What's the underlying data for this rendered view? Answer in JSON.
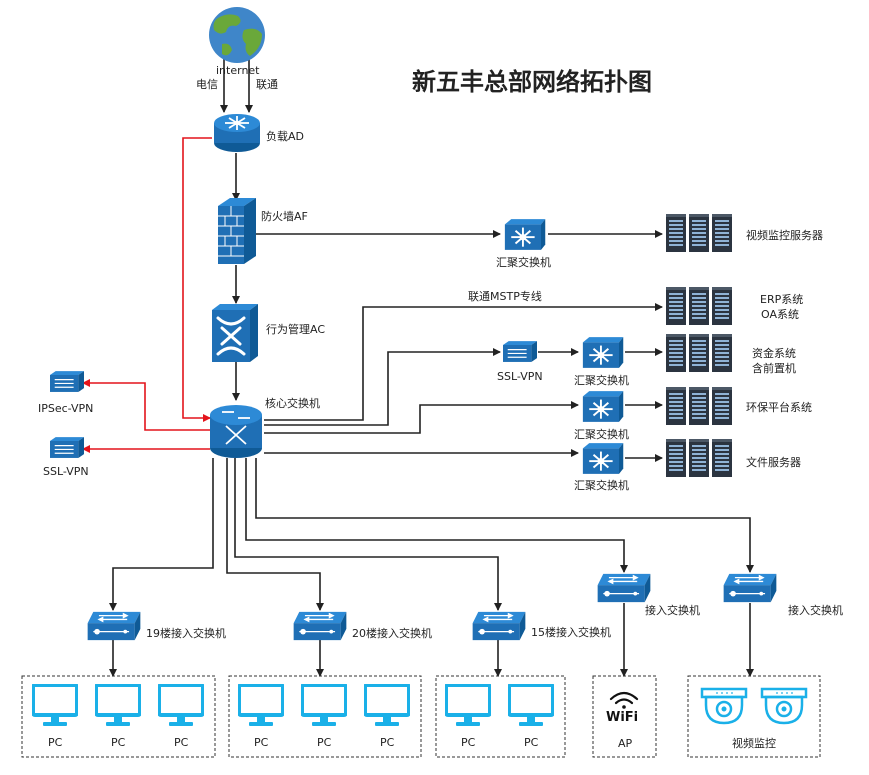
{
  "title": "新五丰总部网络拓扑图",
  "colors": {
    "device": "#1f6fb5",
    "device_light": "#2d8ad6",
    "pc": "#1ab0e8",
    "link": "#222222",
    "vpn_link": "#e3141b"
  },
  "internet": {
    "label": "internet",
    "isp1": "电信",
    "isp2": "联通",
    "icon": "globe-icon"
  },
  "core": {
    "load_balancer": "负载AD",
    "firewall": "防火墙AF",
    "behavior": "行为管理AC",
    "core_switch": "核心交换机",
    "ipsec_vpn": "IPSec-VPN",
    "ssl_vpn_left": "SSL-VPN"
  },
  "dc": {
    "agg1": "汇聚交换机",
    "video_server": "视频监控服务器",
    "mstp": "联通MSTP专线",
    "erp_1": "ERP系统",
    "erp_2": "OA系统",
    "ssl_vpn_right": "SSL-VPN",
    "agg2": "汇聚交换机",
    "fund_1": "资金系统",
    "fund_2": "含前置机",
    "agg3": "汇聚交换机",
    "env": "环保平台系统",
    "agg4": "汇聚交换机",
    "file": "文件服务器"
  },
  "access": {
    "sw19": "19楼接入交换机",
    "sw20": "20楼接入交换机",
    "sw15": "15楼接入交换机",
    "sw_ap": "接入交换机",
    "sw_cam": "接入交换机",
    "pc": "PC",
    "wifi": "WiFi",
    "ap": "AP",
    "video": "视频监控"
  }
}
